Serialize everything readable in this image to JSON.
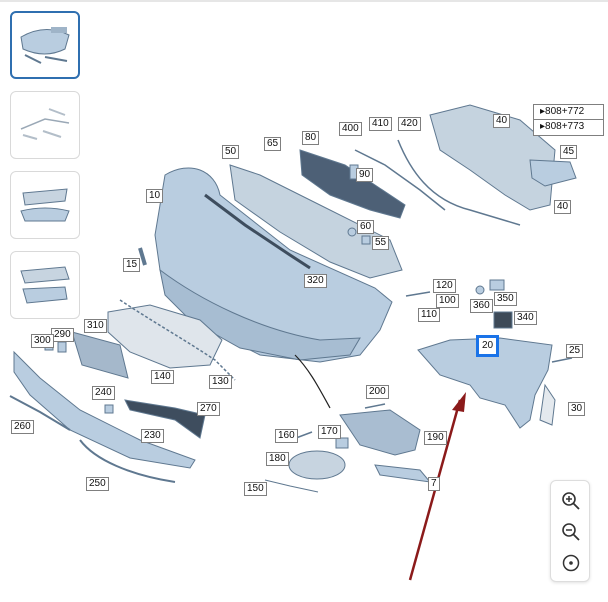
{
  "thumbnails": [
    {
      "icon": "front-bumper-thumbnail",
      "active": true
    },
    {
      "icon": "bumper-brackets-thumbnail",
      "active": false
    },
    {
      "icon": "bumper-assembly-thumbnail",
      "active": false
    },
    {
      "icon": "bumper-covers-thumbnail",
      "active": false
    }
  ],
  "labels": {
    "p10": "10",
    "p15": "15",
    "p20": "20",
    "p25": "25",
    "p30": "30",
    "p40a": "40",
    "p40b": "40",
    "p45": "45",
    "p50": "50",
    "p55": "55",
    "p60": "60",
    "p65": "65",
    "p7": "7",
    "p80": "80",
    "p90": "90",
    "p100": "100",
    "p110": "110",
    "p120": "120",
    "p130": "130",
    "p140": "140",
    "p150": "150",
    "p160": "160",
    "p170": "170",
    "p180": "180",
    "p190": "190",
    "p200": "200",
    "p230": "230",
    "p240": "240",
    "p250": "250",
    "p260": "260",
    "p270": "270",
    "p290": "290",
    "p300": "300",
    "p310": "310",
    "p320": "320",
    "p340": "340",
    "p350": "350",
    "p360": "360",
    "p400": "400",
    "p410": "410",
    "p420": "420"
  },
  "references": [
    "▸808+772",
    "▸808+773"
  ],
  "zoom": {
    "in": "zoom-in",
    "out": "zoom-out",
    "reset": "reset-view"
  },
  "colors": {
    "part_fill": "#b9cde0",
    "part_stroke": "#5f7890",
    "highlight": "#1a73e8",
    "arrow": "#8b1a1a"
  }
}
